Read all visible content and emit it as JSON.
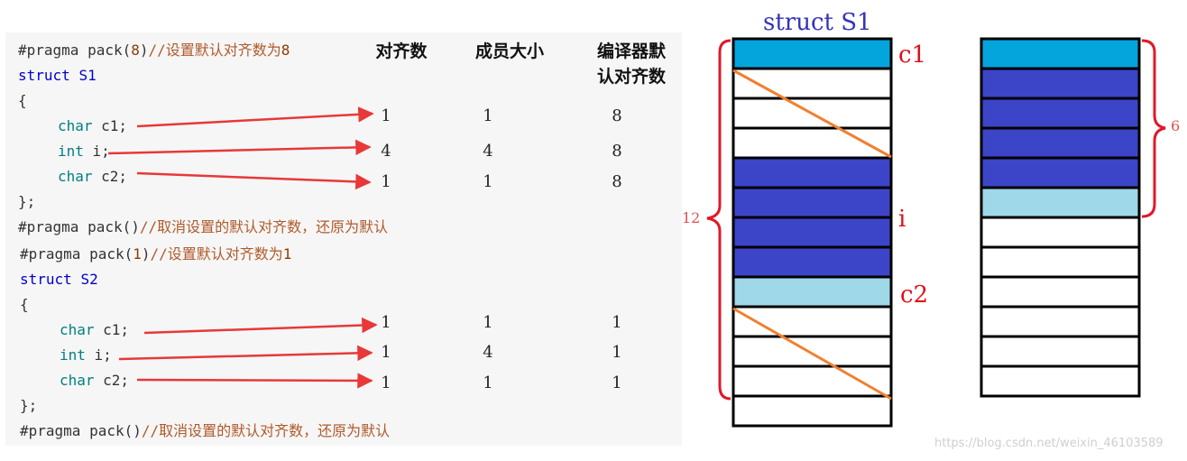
{
  "code_s1": {
    "pragma_prefix": "#pragma pack(",
    "pragma_arg": "8",
    "pragma_close": ")",
    "pragma_comment": "//设置默认对齐数为",
    "pragma_comment_num": "8",
    "struct_kw": "struct",
    "struct_name": "S1",
    "open_brace": "{",
    "members": [
      {
        "type": "char",
        "name": " c1;"
      },
      {
        "type": "int",
        "name": " i;"
      },
      {
        "type": "char",
        "name": " c2;"
      }
    ],
    "close_brace": "};",
    "reset_code": "#pragma pack()",
    "reset_comment": "//取消设置的默认对齐数，还原为默认"
  },
  "code_s2": {
    "pragma_prefix": "#pragma pack(",
    "pragma_arg": "1",
    "pragma_close": ")",
    "pragma_comment": "//设置默认对齐数为",
    "pragma_comment_num": "1",
    "struct_kw": "struct",
    "struct_name": "S2",
    "open_brace": "{",
    "members": [
      {
        "type": "char",
        "name": " c1;"
      },
      {
        "type": "int",
        "name": " i;"
      },
      {
        "type": "char",
        "name": " c2;"
      }
    ],
    "close_brace": "};",
    "reset_code": "#pragma pack()",
    "reset_comment": "//取消设置的默认对齐数，还原为默认"
  },
  "table": {
    "headers": [
      "对齐数",
      "成员大小",
      "编译器默",
      "认对齐数"
    ],
    "s1_rows": [
      [
        "1",
        "1",
        "8"
      ],
      [
        "4",
        "4",
        "8"
      ],
      [
        "1",
        "1",
        "8"
      ]
    ],
    "s2_rows": [
      [
        "1",
        "1",
        "1"
      ],
      [
        "1",
        "4",
        "1"
      ],
      [
        "1",
        "1",
        "1"
      ]
    ]
  },
  "diagram": {
    "title": "struct S1",
    "labels": {
      "c1": "c1",
      "i": "i",
      "c2": "c2"
    },
    "left_brace_label": "12",
    "right_brace_label": "6",
    "colors": {
      "c1": "#04a4dc",
      "int": "#3c45c8",
      "c2": "#9fd8e8",
      "empty": "#ffffff",
      "diagonal": "#f08030",
      "brace": "#e01828",
      "arrow": "#e83838"
    }
  },
  "watermark": "https://blog.csdn.net/weixin_46103589"
}
